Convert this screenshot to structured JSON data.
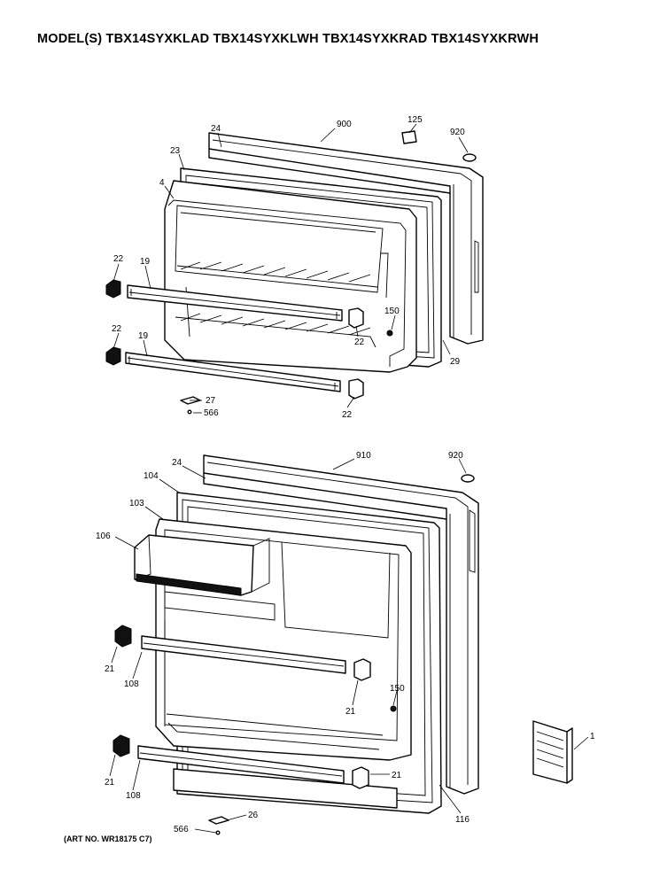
{
  "header": {
    "models_text": "MODEL(S) TBX14SYXKLAD  TBX14SYXKLWH  TBX14SYXKRAD  TBX14SYXKRWH"
  },
  "footer": {
    "art_no": "(ART NO. WR18175 C7)"
  },
  "callouts": {
    "freezer_door": [
      {
        "id": "f-900",
        "text": "900"
      },
      {
        "id": "f-125",
        "text": "125"
      },
      {
        "id": "f-920",
        "text": "920"
      },
      {
        "id": "f-24",
        "text": "24"
      },
      {
        "id": "f-23",
        "text": "23"
      },
      {
        "id": "f-4",
        "text": "4"
      },
      {
        "id": "f-22a",
        "text": "22"
      },
      {
        "id": "f-19a",
        "text": "19"
      },
      {
        "id": "f-22b",
        "text": "22"
      },
      {
        "id": "f-150",
        "text": "150"
      },
      {
        "id": "f-22c",
        "text": "22"
      },
      {
        "id": "f-19b",
        "text": "19"
      },
      {
        "id": "f-29",
        "text": "29"
      },
      {
        "id": "f-27",
        "text": "27"
      },
      {
        "id": "f-566",
        "text": "566"
      },
      {
        "id": "f-22d",
        "text": "22"
      }
    ],
    "fresh_food_door": [
      {
        "id": "r-910",
        "text": "910"
      },
      {
        "id": "r-920",
        "text": "920"
      },
      {
        "id": "r-24",
        "text": "24"
      },
      {
        "id": "r-104",
        "text": "104"
      },
      {
        "id": "r-103",
        "text": "103"
      },
      {
        "id": "r-106",
        "text": "106"
      },
      {
        "id": "r-21a",
        "text": "21"
      },
      {
        "id": "r-108a",
        "text": "108"
      },
      {
        "id": "r-150",
        "text": "150"
      },
      {
        "id": "r-21b",
        "text": "21"
      },
      {
        "id": "r-21c",
        "text": "21"
      },
      {
        "id": "r-108b",
        "text": "108"
      },
      {
        "id": "r-21d",
        "text": "21"
      },
      {
        "id": "r-116",
        "text": "116"
      },
      {
        "id": "r-566",
        "text": "566"
      },
      {
        "id": "r-26",
        "text": "26"
      },
      {
        "id": "r-1",
        "text": "1"
      }
    ]
  }
}
